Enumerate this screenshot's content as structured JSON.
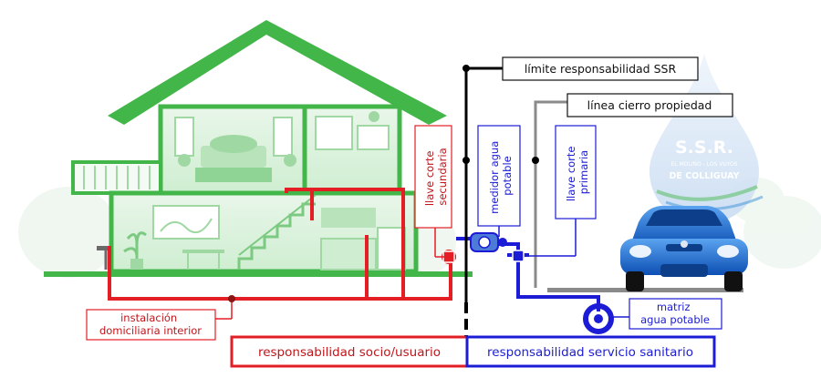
{
  "labels": {
    "limite": "límite responsabilidad SSR",
    "linea_cierre": "línea cierro propiedad",
    "llave_secundaria": "llave corte secundaria",
    "medidor": "medidor agua potable",
    "llave_primaria": "llave corte primaria",
    "matriz": "matriz agua potable",
    "instalacion": "instalación domiciliaria interior",
    "resp_socio": "responsabilidad socio/usuario",
    "resp_servicio": "responsabilidad servicio sanitario"
  },
  "logo": {
    "title": "S.S.R.",
    "line1": "EL MOLINO - LOS VUYOS",
    "line2": "DE COLLIGUAY"
  },
  "colors": {
    "house": "#43b649",
    "house_light": "#cdeccf",
    "user_pipe": "#e31e24",
    "service_pipe": "#1c1cd6",
    "gray_pipe": "#8a8a8a",
    "car": "#1a6fd6",
    "drop": "#d9e8f7"
  }
}
